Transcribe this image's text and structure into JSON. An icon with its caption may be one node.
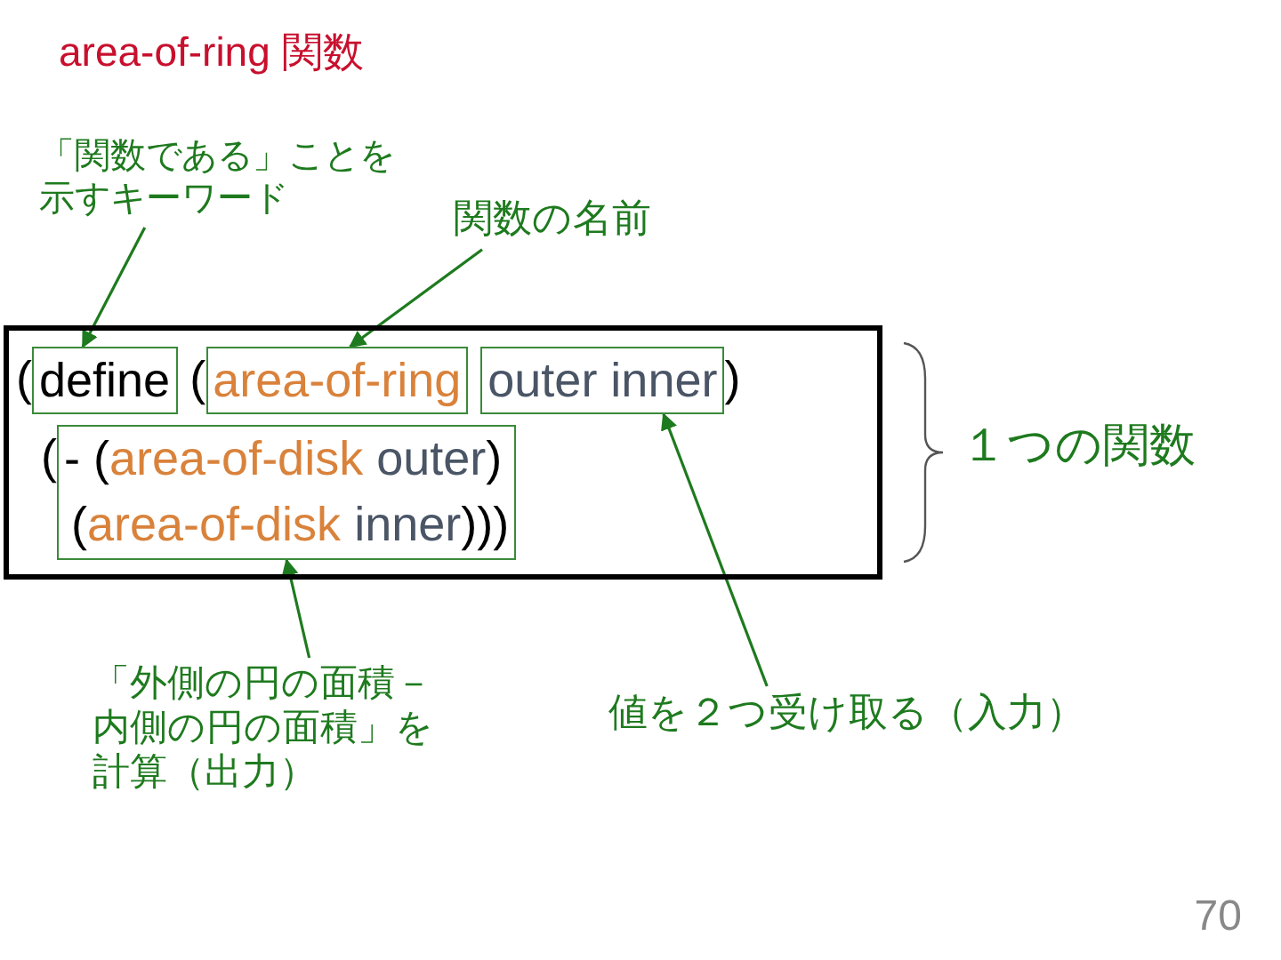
{
  "diagram": {
    "title": "area-of-ring 関数",
    "nodes": [
      {
        "text": [
          "(",
          "(",
          ")",
          "("
        ]
      },
      {
        "text": [
          "define"
        ],
        "in": 0
      },
      {
        "text": [
          "area-of-ring"
        ],
        "in": 0
      },
      {
        "text": [
          "outer inner"
        ],
        "in": 0
      },
      {
        "text": [
          "- (area-of-disk outer)",
          "(area-of-disk inner)))"
        ],
        "in": 0
      },
      {
        "text": [
          "「関数である」ことを示すキーワード"
        ]
      },
      {
        "text": [
          "関数の名前"
        ]
      },
      {
        "text": [
          "「外側の円の面積－内側の円の面積」を計算（出力）"
        ]
      },
      {
        "text": [
          "値を２つ受け取る（入力）"
        ]
      },
      {
        "text": [
          "１つの関数"
        ]
      }
    ],
    "edges": [
      {
        "from": 5,
        "to": 1,
        "arrow": "to"
      },
      {
        "from": 6,
        "to": 2,
        "arrow": "to"
      },
      {
        "from": 7,
        "to": 4,
        "arrow": "to"
      },
      {
        "from": 8,
        "to": 3,
        "arrow": "to"
      }
    ],
    "labels": [
      "70"
    ]
  }
}
